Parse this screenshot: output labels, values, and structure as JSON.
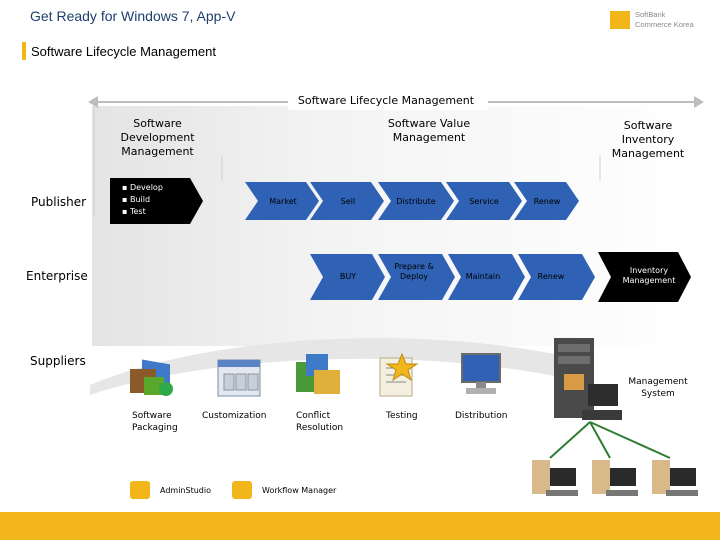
{
  "header": {
    "title": "Get Ready for Windows 7, App-V",
    "logo_line1": "SoftBank",
    "logo_line2": "Commerce Korea"
  },
  "subtitle": "Software Lifecycle Management",
  "diagram": {
    "span_label": "Software Lifecycle Management",
    "phases": {
      "development": "Software Development Management",
      "value": "Software Value Management",
      "inventory": "Software Inventory Management"
    },
    "rows": {
      "publisher": "Publisher",
      "enterprise": "Enterprise",
      "suppliers": "Suppliers"
    },
    "publisher_bullets": [
      "Develop",
      "Build",
      "Test"
    ],
    "publisher_steps": [
      "Market",
      "Sell",
      "Distribute",
      "Service",
      "Renew"
    ],
    "enterprise_steps": [
      "BUY",
      "Prepare & Deploy",
      "Maintain",
      "Renew"
    ],
    "enterprise_final": "Inventory Management",
    "suppliers_steps": [
      "Software Packaging",
      "Customization",
      "Conflict Resolution",
      "Testing",
      "Distribution"
    ],
    "management_system": "Management System",
    "tools": [
      "AdminStudio",
      "Workflow Manager"
    ]
  },
  "colors": {
    "accent": "#f2b51a",
    "title_blue": "#1f3f6e",
    "arrow_blue": "#2f62b5",
    "arrow_black": "#000000"
  }
}
